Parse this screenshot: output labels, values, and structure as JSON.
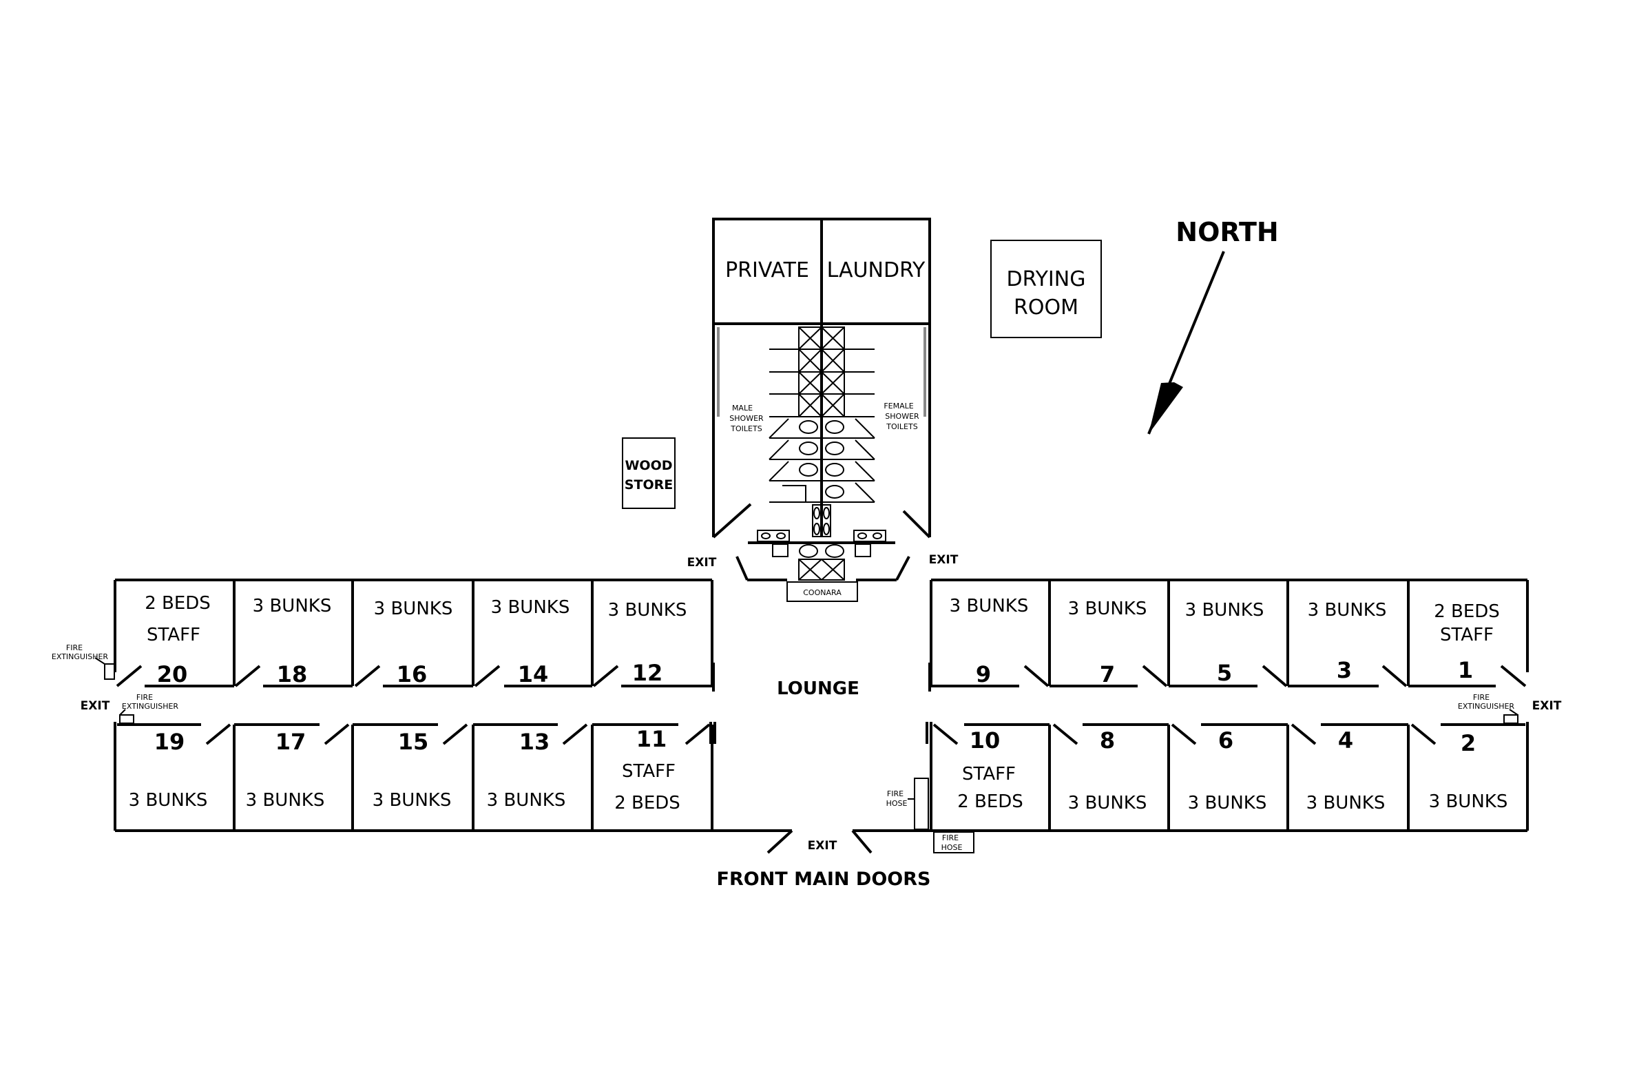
{
  "labels": {
    "north": "NORTH",
    "private": "PRIVATE",
    "laundry": "LAUNDRY",
    "drying_1": "DRYING",
    "drying_2": "ROOM",
    "wood_1": "WOOD",
    "wood_2": "STORE",
    "lounge": "LOUNGE",
    "front_doors": "FRONT MAIN DOORS",
    "exit": "EXIT",
    "coonara": "COONARA",
    "male_1": "MALE",
    "male_2": "SHOWER",
    "male_3": "TOILETS",
    "female_1": "FEMALE",
    "female_2": "SHOWER",
    "female_3": "TOILETS",
    "fire_ext_1": "FIRE",
    "fire_ext_2": "EXTINGUISHER",
    "fire_hose_1": "FIRE",
    "fire_hose_2": "HOSE"
  },
  "rooms": {
    "r20": {
      "num": "20",
      "line1": "2 BEDS",
      "line2": "STAFF"
    },
    "r18": {
      "num": "18",
      "line1": "3 BUNKS"
    },
    "r16": {
      "num": "16",
      "line1": "3 BUNKS"
    },
    "r14": {
      "num": "14",
      "line1": "3 BUNKS"
    },
    "r12": {
      "num": "12",
      "line1": "3 BUNKS"
    },
    "r19": {
      "num": "19",
      "line1": "3 BUNKS"
    },
    "r17": {
      "num": "17",
      "line1": "3 BUNKS"
    },
    "r15": {
      "num": "15",
      "line1": "3 BUNKS"
    },
    "r13": {
      "num": "13",
      "line1": "3 BUNKS"
    },
    "r11": {
      "num": "11",
      "line1": "STAFF",
      "line2": "2 BEDS"
    },
    "r9": {
      "num": "9",
      "line1": "3 BUNKS"
    },
    "r7": {
      "num": "7",
      "line1": "3 BUNKS"
    },
    "r5": {
      "num": "5",
      "line1": "3 BUNKS"
    },
    "r3": {
      "num": "3",
      "line1": "3 BUNKS"
    },
    "r1": {
      "num": "1",
      "line1": "2 BEDS",
      "line2": "STAFF"
    },
    "r10": {
      "num": "10",
      "line1": "STAFF",
      "line2": "2 BEDS"
    },
    "r8": {
      "num": "8",
      "line1": "3 BUNKS"
    },
    "r6": {
      "num": "6",
      "line1": "3 BUNKS"
    },
    "r4": {
      "num": "4",
      "line1": "3 BUNKS"
    },
    "r2": {
      "num": "2",
      "line1": "3 BUNKS"
    }
  }
}
